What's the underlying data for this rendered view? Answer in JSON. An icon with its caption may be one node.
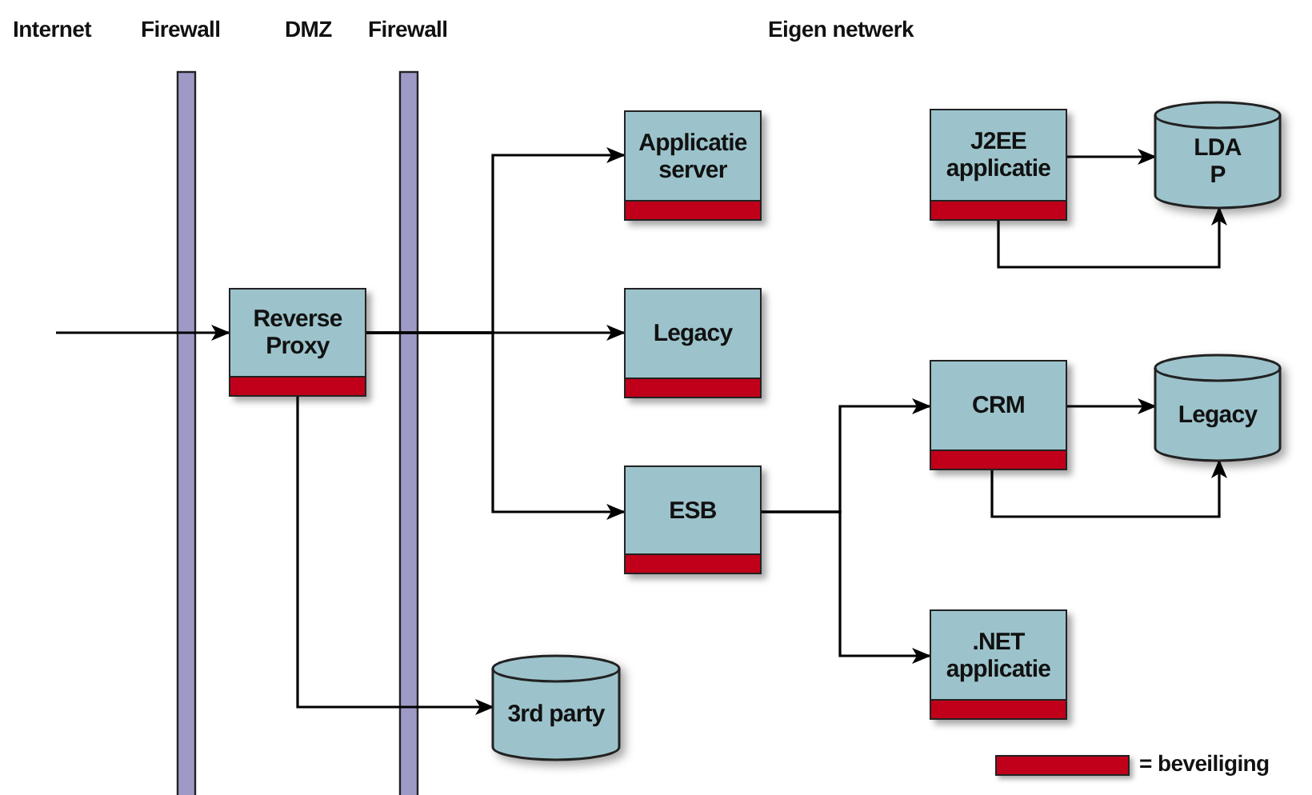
{
  "diagram": {
    "nodes": [
      {
        "text": [
          "Reverse Proxy"
        ]
      },
      {
        "text": [
          "Applicatie server"
        ]
      },
      {
        "text": [
          "Legacy"
        ]
      },
      {
        "text": [
          "ESB"
        ]
      },
      {
        "text": [
          "3rd party"
        ]
      },
      {
        "text": [
          "J2EE applicatie"
        ]
      },
      {
        "text": [
          "LDAP"
        ]
      },
      {
        "text": [
          "CRM"
        ]
      },
      {
        "text": [
          "Legacy"
        ]
      },
      {
        "text": [
          ".NET applicatie"
        ]
      }
    ],
    "edges": [
      {
        "from": null,
        "to": 0,
        "arrow": "to"
      },
      {
        "from": 0,
        "to": 1,
        "arrow": "to"
      },
      {
        "from": 0,
        "to": 2,
        "arrow": "to"
      },
      {
        "from": 0,
        "to": 3,
        "arrow": "to"
      },
      {
        "from": 0,
        "to": 4,
        "arrow": "to"
      },
      {
        "from": 3,
        "to": 7,
        "arrow": "to"
      },
      {
        "from": 3,
        "to": 9,
        "arrow": "to"
      },
      {
        "from": 5,
        "to": 6,
        "arrow": "to"
      },
      {
        "from": 5,
        "to": 6,
        "arrow": "to"
      },
      {
        "from": 7,
        "to": 8,
        "arrow": "to"
      },
      {
        "from": 7,
        "to": 8,
        "arrow": "to"
      }
    ],
    "labels": [
      "Internet",
      "Firewall",
      "DMZ",
      "Firewall",
      "Eigen netwerk"
    ],
    "legend": [
      {
        "text": "= beveiliging",
        "color": "#c0001a"
      }
    ]
  }
}
